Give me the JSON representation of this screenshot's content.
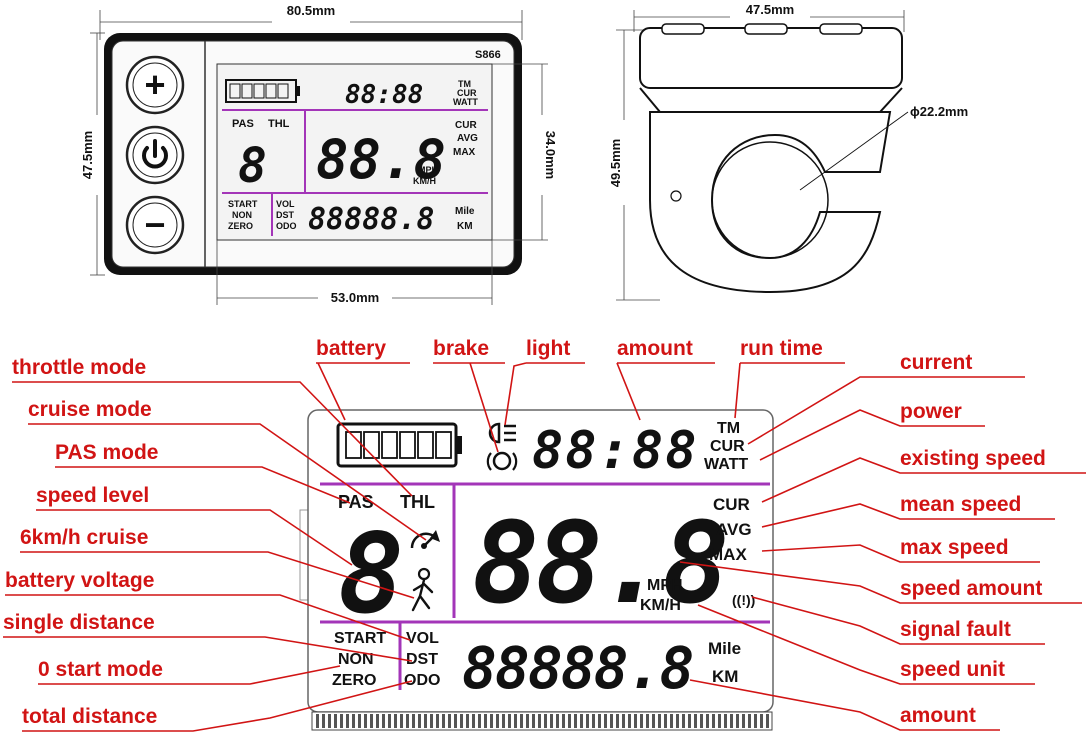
{
  "dimensions": {
    "front_width": "80.5mm",
    "front_height": "47.5mm",
    "screen_height": "34.0mm",
    "screen_width": "53.0mm",
    "side_width": "47.5mm",
    "side_height": "49.5mm",
    "clamp_diameter": "ϕ22.2mm"
  },
  "device": {
    "model": "S866",
    "plus_symbol": "+",
    "minus_symbol": "−"
  },
  "lcd": {
    "time_digits": "88:88",
    "tm": "TM",
    "cur": "CUR",
    "watt": "WATT",
    "pas": "PAS",
    "thl": "THL",
    "level_digit": "8",
    "speed_digits": "88.8",
    "speed_cur": "CUR",
    "speed_avg": "AVG",
    "speed_max": "MAX",
    "mph": "MPH",
    "kmh": "KM/H",
    "start": "START",
    "non": "NON",
    "zero": "ZERO",
    "vol": "VOL",
    "dst": "DST",
    "odo": "ODO",
    "dist_digits": "88888.8",
    "mile": "Mile",
    "km": "KM",
    "fault_symbol": "((!))"
  },
  "labels": {
    "battery": "battery",
    "brake": "brake",
    "light": "light",
    "amount_top": "amount",
    "run_time": "run time",
    "throttle_mode": "throttle mode",
    "cruise_mode": "cruise mode",
    "pas_mode": "PAS mode",
    "speed_level": "speed level",
    "cruise_6kmh": "6km/h cruise",
    "battery_voltage": "battery voltage",
    "single_distance": "single distance",
    "start_mode": "0 start mode",
    "total_distance": "total distance",
    "current": "current",
    "power": "power",
    "existing_speed": "existing speed",
    "mean_speed": "mean speed",
    "max_speed": "max speed",
    "speed_amount": "speed amount",
    "signal_fault": "signal fault",
    "speed_unit": "speed unit",
    "amount_bottom": "amount"
  },
  "colors": {
    "label_red": "#d11414",
    "divider_magenta": "#a335b8",
    "ink": "#111111"
  }
}
